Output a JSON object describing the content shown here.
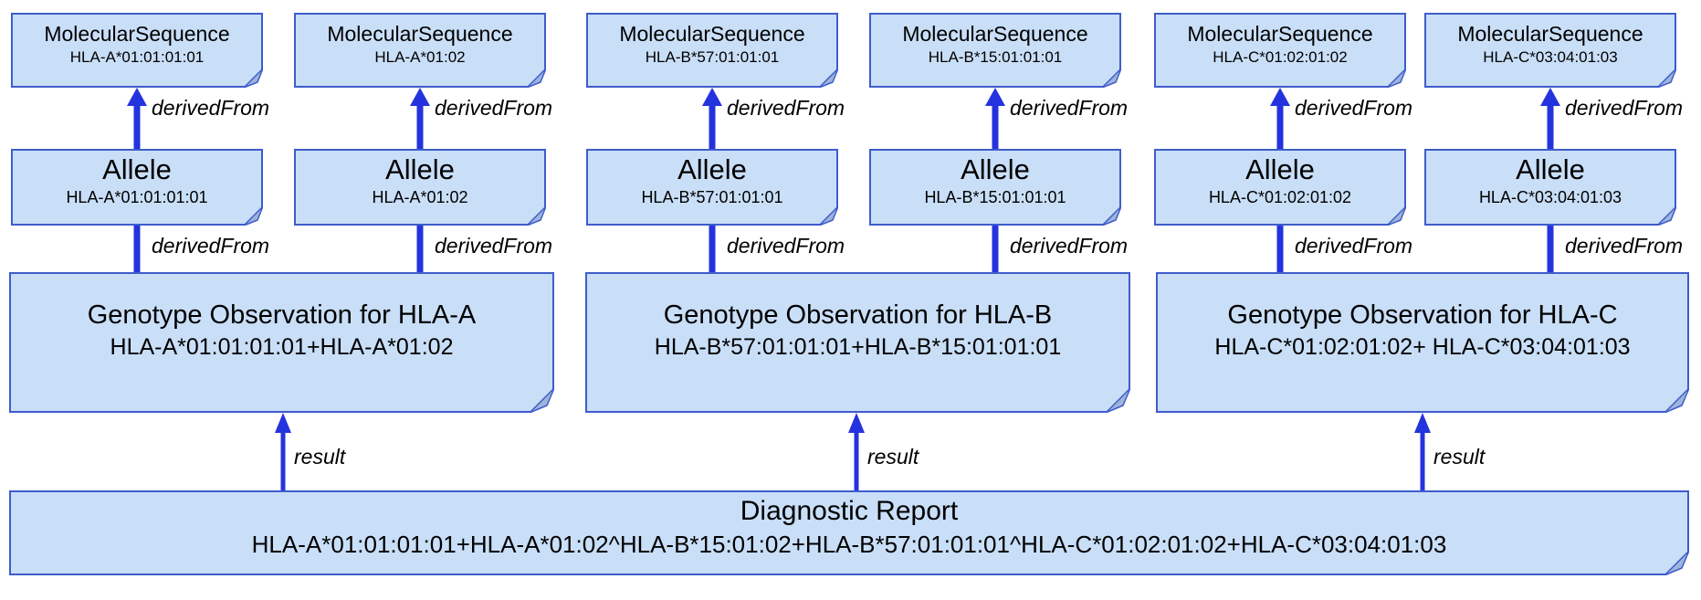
{
  "diagram": {
    "columns": [
      {
        "seq_title": "MolecularSequence",
        "seq_value": "HLA-A*01:01:01:01",
        "derived_top": "derivedFrom",
        "allele_title": "Allele",
        "allele_value": "HLA-A*01:01:01:01",
        "derived_bottom": "derivedFrom"
      },
      {
        "seq_title": "MolecularSequence",
        "seq_value": "HLA-A*01:02",
        "derived_top": "derivedFrom",
        "allele_title": "Allele",
        "allele_value": "HLA-A*01:02",
        "derived_bottom": "derivedFrom"
      },
      {
        "seq_title": "MolecularSequence",
        "seq_value": "HLA-B*57:01:01:01",
        "derived_top": "derivedFrom",
        "allele_title": "Allele",
        "allele_value": "HLA-B*57:01:01:01",
        "derived_bottom": "derivedFrom"
      },
      {
        "seq_title": "MolecularSequence",
        "seq_value": "HLA-B*15:01:01:01",
        "derived_top": "derivedFrom",
        "allele_title": "Allele",
        "allele_value": "HLA-B*15:01:01:01",
        "derived_bottom": "derivedFrom"
      },
      {
        "seq_title": "MolecularSequence",
        "seq_value": "HLA-C*01:02:01:02",
        "derived_top": "derivedFrom",
        "allele_title": "Allele",
        "allele_value": "HLA-C*01:02:01:02",
        "derived_bottom": "derivedFrom"
      },
      {
        "seq_title": "MolecularSequence",
        "seq_value": "HLA-C*03:04:01:03",
        "derived_top": "derivedFrom",
        "allele_title": "Allele",
        "allele_value": "HLA-C*03:04:01:03",
        "derived_bottom": "derivedFrom"
      }
    ],
    "genotypes": [
      {
        "title": "Genotype Observation for HLA-A",
        "value": "HLA-A*01:01:01:01+HLA-A*01:02",
        "result_label": "result"
      },
      {
        "title": "Genotype Observation for HLA-B",
        "value": "HLA-B*57:01:01:01+HLA-B*15:01:01:01",
        "result_label": "result"
      },
      {
        "title": "Genotype Observation for HLA-C",
        "value": "HLA-C*01:02:01:02+ HLA-C*03:04:01:03",
        "result_label": "result"
      }
    ],
    "report": {
      "title": "Diagnostic Report",
      "value": "HLA-A*01:01:01:01+HLA-A*01:02^HLA-B*15:01:02+HLA-B*57:01:01:01^HLA-C*01:02:01:02+HLA-C*03:04:01:03"
    },
    "colors": {
      "box_fill": "#c9def7",
      "box_border": "#3f5ccc",
      "arrow": "#2433dd",
      "fold_fill": "#9db5d8",
      "text": "#000000"
    }
  }
}
